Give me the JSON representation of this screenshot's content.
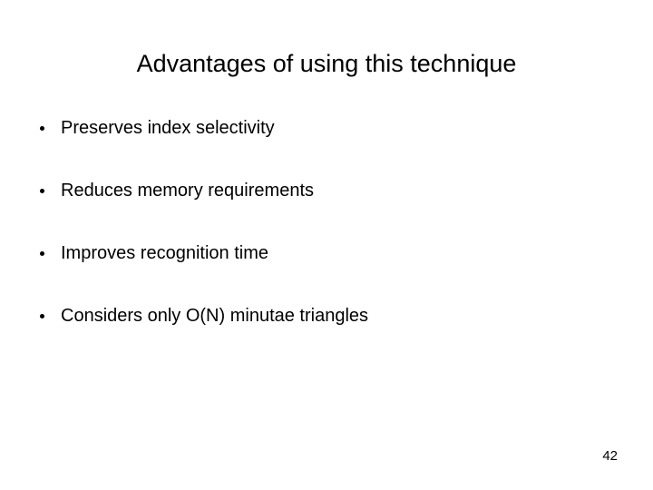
{
  "slide": {
    "title": "Advantages of using this technique",
    "background_color": "#ffffff",
    "text_color": "#000000",
    "bullets": [
      {
        "marker": "bullet-dot",
        "text": "Preserves index selectivity"
      },
      {
        "marker": "bullet-dot",
        "text": "Reduces memory requirements"
      },
      {
        "marker": "bullet-dot",
        "text": "Improves recognition time"
      },
      {
        "marker": "bullet-dot",
        "text": "Considers only O(N) minutae triangles"
      }
    ],
    "page_number": "42"
  }
}
